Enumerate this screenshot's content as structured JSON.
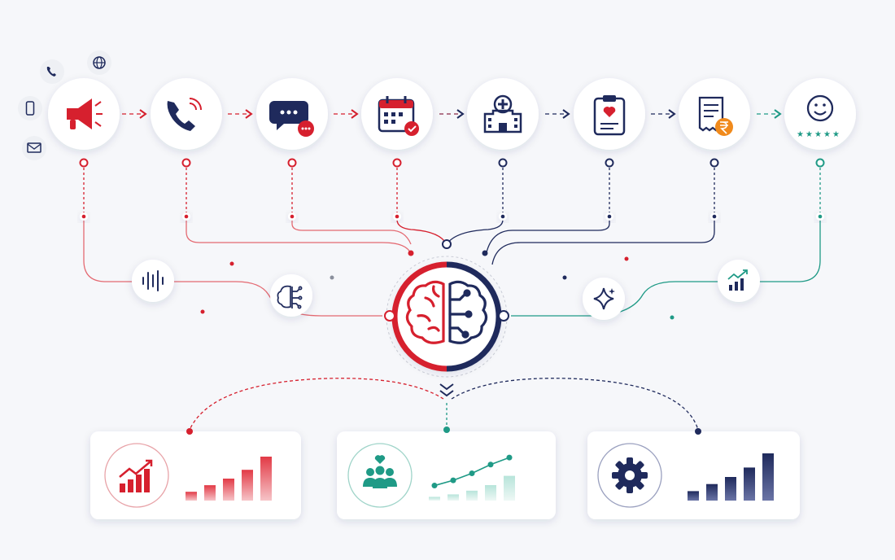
{
  "colors": {
    "red": "#d6202e",
    "navy": "#1f2a5c",
    "teal": "#1f9a86",
    "orange": "#f08a1c",
    "gray": "#8a8f9c",
    "background": "#f6f7fa"
  },
  "channels": [
    {
      "icon": "phone-icon"
    },
    {
      "icon": "globe-icon"
    },
    {
      "icon": "mobile-icon"
    },
    {
      "icon": "mail-icon"
    }
  ],
  "journey": [
    {
      "icon": "megaphone-icon",
      "color": "red"
    },
    {
      "icon": "phone-call-icon",
      "color": "red"
    },
    {
      "icon": "chat-icon",
      "color": "red"
    },
    {
      "icon": "calendar-check-icon",
      "color": "red"
    },
    {
      "icon": "hospital-icon",
      "color": "navy"
    },
    {
      "icon": "clipboard-heart-icon",
      "color": "navy"
    },
    {
      "icon": "bill-rupee-icon",
      "color": "navy"
    },
    {
      "icon": "smiley-rating-icon",
      "color": "teal"
    }
  ],
  "hub": {
    "icon": "ai-brain-icon"
  },
  "side_nodes": [
    {
      "icon": "soundwave-icon"
    },
    {
      "icon": "brain-circuit-icon"
    },
    {
      "icon": "sparkle-icon"
    },
    {
      "icon": "trend-chart-icon"
    }
  ],
  "outcomes": [
    {
      "icon": "growth-chart-icon",
      "color": "red",
      "bars": [
        0.2,
        0.35,
        0.5,
        0.7,
        1.0
      ]
    },
    {
      "icon": "patient-group-icon",
      "color": "teal",
      "bars": [
        0.12,
        0.2,
        0.32,
        0.5,
        0.8
      ],
      "trend": [
        0.15,
        0.3,
        0.5,
        0.75,
        0.95
      ]
    },
    {
      "icon": "gear-icon",
      "color": "navy",
      "bars": [
        0.2,
        0.35,
        0.5,
        0.7,
        1.0
      ]
    }
  ]
}
